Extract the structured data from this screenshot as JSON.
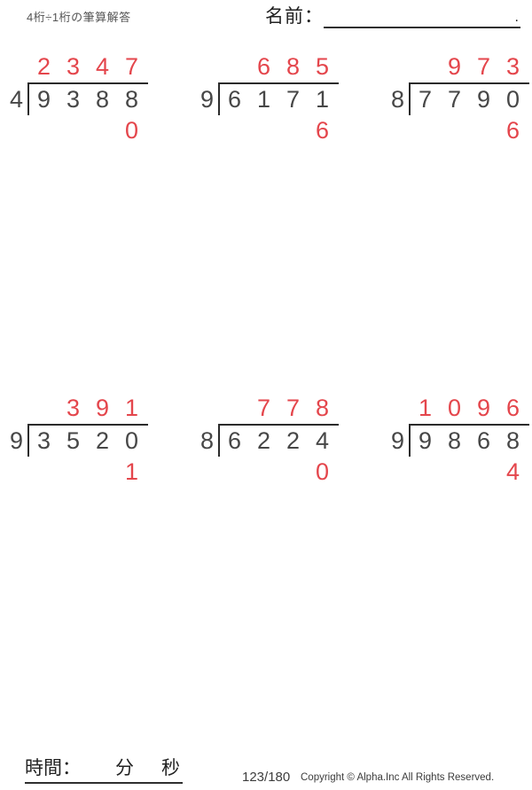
{
  "header": {
    "title": "4桁÷1桁の筆算解答",
    "name_label": "名前：",
    "name_line_period": "."
  },
  "problems": [
    {
      "divisor": "4",
      "quotient": [
        "2",
        "3",
        "4",
        "7"
      ],
      "dividend": [
        "9",
        "3",
        "8",
        "8"
      ],
      "remainder": [
        "",
        "",
        "",
        "0"
      ]
    },
    {
      "divisor": "9",
      "quotient": [
        "",
        "6",
        "8",
        "5"
      ],
      "dividend": [
        "6",
        "1",
        "7",
        "1"
      ],
      "remainder": [
        "",
        "",
        "",
        "6"
      ]
    },
    {
      "divisor": "8",
      "quotient": [
        "",
        "9",
        "7",
        "3"
      ],
      "dividend": [
        "7",
        "7",
        "9",
        "0"
      ],
      "remainder": [
        "",
        "",
        "",
        "6"
      ]
    },
    {
      "divisor": "9",
      "quotient": [
        "",
        "3",
        "9",
        "1"
      ],
      "dividend": [
        "3",
        "5",
        "2",
        "0"
      ],
      "remainder": [
        "",
        "",
        "",
        "1"
      ]
    },
    {
      "divisor": "8",
      "quotient": [
        "",
        "7",
        "7",
        "8"
      ],
      "dividend": [
        "6",
        "2",
        "2",
        "4"
      ],
      "remainder": [
        "",
        "",
        "",
        "0"
      ]
    },
    {
      "divisor": "9",
      "quotient": [
        "1",
        "0",
        "9",
        "6"
      ],
      "dividend": [
        "9",
        "8",
        "6",
        "8"
      ],
      "remainder": [
        "",
        "",
        "",
        "4"
      ]
    }
  ],
  "footer": {
    "time_label": "時間：",
    "minutes_label": "分",
    "seconds_label": "秒",
    "page_number": "123/180",
    "copyright": "Copyright © Alpha.Inc All Rights Reserved."
  },
  "colors": {
    "accent_red": "#e4464c",
    "digit_black": "#474747",
    "line_dark": "#2b2b2b",
    "text_gray": "#3c3c3c"
  }
}
